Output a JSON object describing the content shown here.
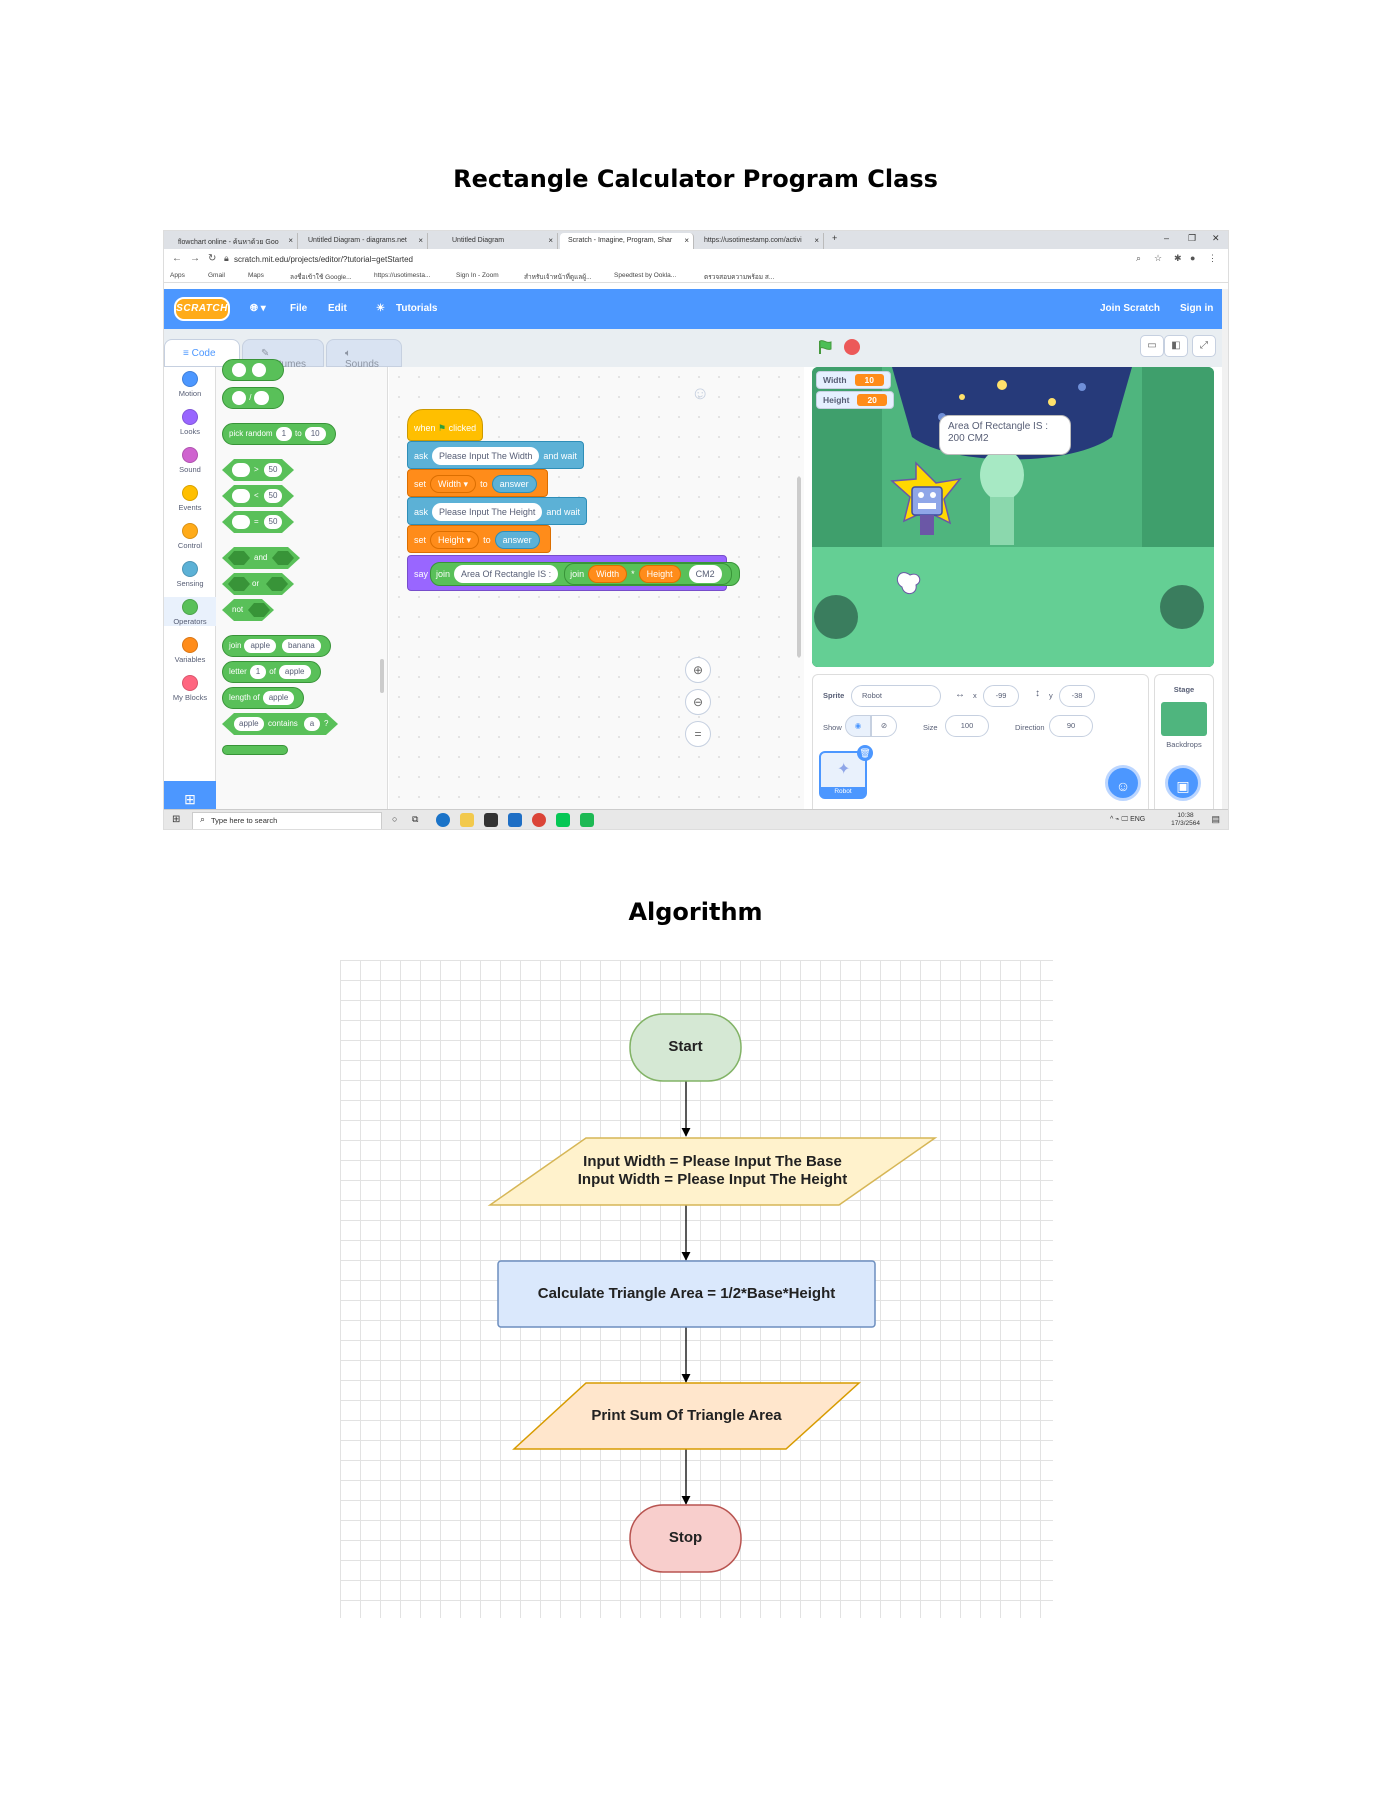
{
  "titles": {
    "program": "Rectangle Calculator Program Class",
    "algorithm": "Algorithm"
  },
  "browser": {
    "tabs": [
      "flowchart online - ค้นหาด้วย Goo",
      "Untitled Diagram - diagrams.net",
      "Untitled Diagram",
      "Scratch - Imagine, Program, Shar",
      "https://usotimestamp.com/activi"
    ],
    "url": "scratch.mit.edu/projects/editor/?tutorial=getStarted",
    "bookmarks": [
      "Apps",
      "Gmail",
      "Maps",
      "ลงชื่อเข้าใช้ Google...",
      "https://usotimesta...",
      "Sign In - Zoom",
      "สำหรับเจ้าหน้าที่ดูแลผู้...",
      "Speedtest by Ookla...",
      "ตรวจสอบความพร้อม ส..."
    ]
  },
  "scratch": {
    "logo": "SCRATCH",
    "menu": [
      "File",
      "Edit",
      "Tutorials"
    ],
    "account": [
      "Join Scratch",
      "Sign in"
    ],
    "tabs": [
      "Code",
      "Costumes",
      "Sounds"
    ],
    "categories": [
      {
        "label": "Motion",
        "color": "#4c97ff"
      },
      {
        "label": "Looks",
        "color": "#9966ff"
      },
      {
        "label": "Sound",
        "color": "#cf63cf"
      },
      {
        "label": "Events",
        "color": "#ffbf00"
      },
      {
        "label": "Control",
        "color": "#ffab19"
      },
      {
        "label": "Sensing",
        "color": "#5cb1d6"
      },
      {
        "label": "Operators",
        "color": "#59c059"
      },
      {
        "label": "Variables",
        "color": "#ff8c1a"
      },
      {
        "label": "My Blocks",
        "color": "#ff6680"
      }
    ],
    "palette": {
      "pick_random": "pick random",
      "pick_from": "1",
      "to": "to",
      "pick_to": "10",
      "divide": "/",
      "gt": ">",
      "lt": "<",
      "eq": "=",
      "num50": "50",
      "and": "and",
      "or": "or",
      "not": "not",
      "join": "join",
      "apple": "apple",
      "banana": "banana",
      "letter": "letter",
      "one": "1",
      "of": "of",
      "length_of": "length of",
      "contains": "contains",
      "a": "a",
      "q": "?"
    },
    "script": {
      "when": "when",
      "clicked": "clicked",
      "ask": "ask",
      "ask1": "Please Input The Width",
      "and_wait": "and wait",
      "set": "set",
      "var_width": "Width",
      "to": "to",
      "answer": "answer",
      "ask2": "Please Input The Height",
      "var_height": "Height",
      "say": "say",
      "join": "join",
      "area_text": "Area Of Rectangle IS :",
      "times": "*",
      "cm2": "CM2"
    },
    "stage": {
      "monitor_width_label": "Width",
      "monitor_width_value": "10",
      "monitor_height_label": "Height",
      "monitor_height_value": "20",
      "bubble": "Area Of Rectangle IS :\n200 CM2"
    },
    "sprite": {
      "sprite_label": "Sprite",
      "name": "Robot",
      "x_label": "x",
      "x": "-99",
      "y_label": "y",
      "y": "-38",
      "show_label": "Show",
      "size_label": "Size",
      "size": "100",
      "direction_label": "Direction",
      "direction": "90",
      "thumb_label": "Robot",
      "stage_label": "Stage",
      "backdrops_label": "Backdrops"
    }
  },
  "taskbar": {
    "search": "Type here to search",
    "time": "10:38",
    "date": "17/3/2564"
  },
  "flowchart": {
    "start": "Start",
    "input": "Input Width = Please Input The Base\nInput Width = Please Input The Height",
    "process": "Calculate Triangle Area = 1/2*Base*Height",
    "output": "Print Sum Of Triangle Area",
    "stop": "Stop",
    "colors": {
      "terminal_start": "#d5e8d4",
      "terminal_start_stroke": "#82b366",
      "io": "#fff2cc",
      "io_stroke": "#d6b656",
      "process": "#dae8fc",
      "process_stroke": "#6c8ebf",
      "output": "#ffe6cc",
      "output_stroke": "#d79b00",
      "terminal_stop": "#f8cecc",
      "terminal_stop_stroke": "#b85450"
    }
  }
}
